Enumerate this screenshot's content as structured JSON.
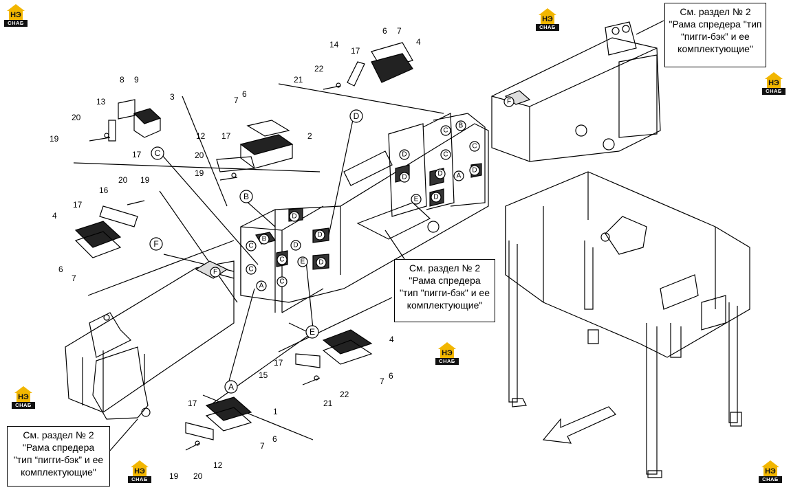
{
  "callouts": [
    {
      "id": "top-right",
      "lines": [
        "См. раздел № 2",
        "\"Рама спредера \"тип",
        "“пигги-бэк” и ее",
        "комплектующие\""
      ]
    },
    {
      "id": "middle",
      "lines": [
        "См. раздел № 2",
        "\"Рама спредера",
        "\"тип \"пигги-бэк\" и ее",
        "комплектующие\""
      ]
    },
    {
      "id": "bottom-left",
      "lines": [
        "См. раздел № 2",
        "\"Рама спредера",
        "\"тип “пигги-бэк” и ее",
        "комплектующие\""
      ]
    }
  ],
  "logo": {
    "top": "НЭ",
    "bottom": "СНАБ"
  },
  "colors": {
    "logo_yellow": "#f2b600",
    "logo_black": "#111111",
    "line": "#000000"
  },
  "section_letters": {
    "a": "A",
    "b": "B",
    "c": "C",
    "d": "D",
    "e": "E",
    "f": "F"
  },
  "part_numbers": {
    "n1": "1",
    "n2": "2",
    "n3": "3",
    "n4": "4",
    "n6": "6",
    "n7": "7",
    "n8": "8",
    "n9": "9",
    "n12": "12",
    "n13": "13",
    "n14": "14",
    "n15": "15",
    "n16": "16",
    "n17": "17",
    "n19": "19",
    "n20": "20",
    "n21": "21",
    "n22": "22"
  }
}
